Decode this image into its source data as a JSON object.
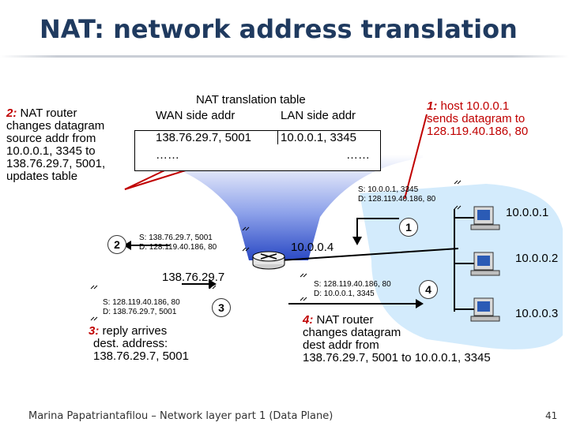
{
  "title": "NAT: network address translation",
  "table": {
    "title": "NAT translation table",
    "wan_header": "WAN side addr",
    "lan_header": "LAN side addr",
    "wan_value": "138.76.29.7, 5001",
    "lan_value": "10.0.0.1, 3345",
    "wan_more": "……",
    "lan_more": "……"
  },
  "steps": {
    "s1": {
      "num": "1:",
      "line1": " host 10.0.0.1",
      "line2": "sends datagram to",
      "line3": "128.119.40.186, 80"
    },
    "s2": {
      "num": "2:",
      "line1": " NAT router",
      "line2": "changes datagram",
      "line3": "source addr from",
      "line4": "10.0.0.1, 3345 to",
      "line5": "138.76.29.7, 5001,",
      "line6": "updates table"
    },
    "s3": {
      "num": "3:",
      "line1": " reply arrives",
      "line2": "dest. address:",
      "line3": "138.76.29.7, 5001"
    },
    "s4": {
      "num": "4:",
      "line1": " NAT router",
      "line2": "changes datagram",
      "line3": "dest addr from",
      "line4": "138.76.29.7, 5001 to 10.0.0.1, 3345"
    }
  },
  "badges": {
    "b1": "1",
    "b2": "2",
    "b3": "3",
    "b4": "4"
  },
  "packets": {
    "p1_src": "S: 10.0.0.1, 3345",
    "p1_dst": "D: 128.119.40.186, 80",
    "p2_src": "S: 138.76.29.7, 5001",
    "p2_dst": "D: 128.119.40.186, 80",
    "p3_src": "S: 128.119.40.186, 80",
    "p3_dst": "D: 138.76.29.7, 5001",
    "p4_src": "S: 128.119.40.186, 80",
    "p4_dst": "D: 10.0.0.1, 3345"
  },
  "addresses": {
    "router_lan": "10.0.0.4",
    "router_wan": "138.76.29.7",
    "host1": "10.0.0.1",
    "host2": "10.0.0.2",
    "host3": "10.0.0.3"
  },
  "footer": {
    "author": "Marina Papatriantafilou –  Network layer part 1 (Data Plane)",
    "page": "41"
  },
  "icons": [
    "router-icon",
    "computer-icon"
  ],
  "colors": {
    "title": "#1f3a5f",
    "step_number": "#c00000",
    "pointer_line": "#c00000",
    "funnel": "#2f4ec0",
    "lan_area": "#cfe8fb"
  }
}
